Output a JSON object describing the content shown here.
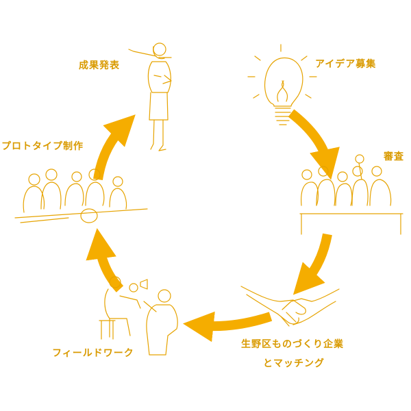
{
  "colors": {
    "arrow": "#F5AD00",
    "text": "#D99A00",
    "line": "#E6A300"
  },
  "steps": [
    {
      "id": "idea",
      "label": "アイデア募集",
      "icon": "lightbulb-icon"
    },
    {
      "id": "review",
      "label": "審査",
      "icon": "judges-icon"
    },
    {
      "id": "matching",
      "label_line1": "生野区ものづくり企業",
      "label_line2": "とマッチング",
      "icon": "handshake-icon"
    },
    {
      "id": "fieldwork",
      "label": "フィールドワーク",
      "icon": "fieldwork-icon"
    },
    {
      "id": "prototype",
      "label": "プロトタイプ制作",
      "icon": "team-meeting-icon"
    },
    {
      "id": "presentation",
      "label": "成果発表",
      "icon": "presenter-icon"
    }
  ]
}
